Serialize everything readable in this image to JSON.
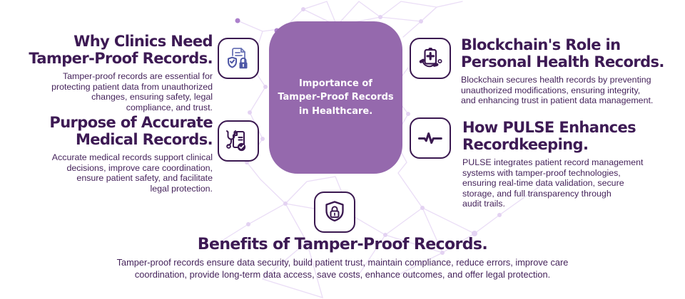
{
  "page_title": "Importance of Tamper-Proof Records in Healthcare infographic",
  "colors": {
    "card_purple": "#9569AD",
    "heading_purple": "#3D1A54",
    "body_purple": "#45235B",
    "icon_dark_purple": "#3A1850",
    "icon_indigo": "#4E57A6",
    "mesh_lavender": "#EADDF6",
    "accent_dot": "#AC80CC",
    "background": "#FFFFFF"
  },
  "center_card": {
    "lines": [
      "Importance of",
      "Tamper-Proof Records",
      "in Healthcare."
    ]
  },
  "icons": {
    "tile1": "document-shield-lock-icon",
    "tile2": "stethoscope-report-check-icon",
    "tile3": "medical-record-stethoscope-icon",
    "tile4": "pulse-icon",
    "tile5": "shield-lock-icon"
  },
  "sections": [
    {
      "title_lines": [
        "Why Clinics Need",
        "Tamper-Proof Records."
      ],
      "body_lines": [
        "Tamper-proof records are essential for",
        "protecting patient data from unauthorized",
        "changes, ensuring safety, legal",
        "compliance, and trust."
      ]
    },
    {
      "title_lines": [
        "Purpose of Accurate",
        "Medical Records."
      ],
      "body_lines": [
        "Accurate medical records support clinical",
        "decisions, improve care coordination,",
        "ensure patient safety, and facilitate",
        "legal protection."
      ]
    },
    {
      "title_lines": [
        "Blockchain's Role in",
        "Personal Health Records."
      ],
      "body_lines": [
        "Blockchain secures health records by preventing",
        "unauthorized modifications, ensuring integrity,",
        "and enhancing trust in patient data management."
      ]
    },
    {
      "title_lines": [
        "How PULSE Enhances",
        "Recordkeeping."
      ],
      "body_lines": [
        "PULSE integrates patient record management",
        "systems with tamper-proof technologies,",
        "ensuring real-time data validation, secure",
        "storage, and full transparency through",
        "audit trails."
      ]
    },
    {
      "title_lines": [
        "Benefits of Tamper-Proof Records."
      ],
      "body_lines": [
        "Tamper-proof records ensure data security, build patient trust, maintain compliance, reduce errors, improve care",
        "coordination, provide long-term data access, save costs, enhance outcomes, and offer legal protection."
      ]
    }
  ]
}
